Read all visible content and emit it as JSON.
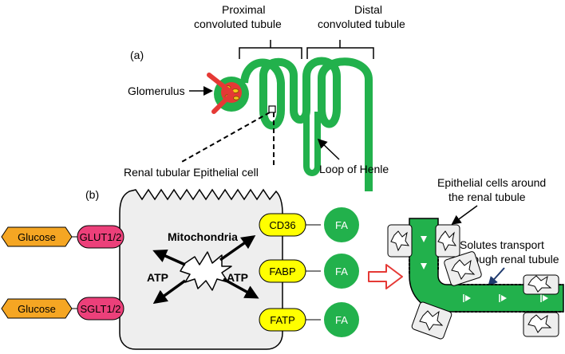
{
  "labels": {
    "panel_a": "(a)",
    "panel_b": "(b)",
    "proximal_line1": "Proximal",
    "proximal_line2": "convoluted tubule",
    "distal_line1": "Distal",
    "distal_line2": "convoluted tubule",
    "glomerulus": "Glomerulus",
    "loop_of_henle": "Loop of Henle",
    "renal_cell": "Renal tubular Epithelial cell",
    "mitochondria": "Mitochondria",
    "atp_left": "ATP",
    "atp_right": "ATP",
    "epithelial_line1": "Epithelial cells around",
    "epithelial_line2": "the renal tubule",
    "solutes_line1": "Solutes transport",
    "solutes_line2": "through renal tubule"
  },
  "transporters_left": [
    {
      "substrate": "Glucose",
      "transporter": "GLUT1/2"
    },
    {
      "substrate": "Glucose",
      "transporter": "SGLT1/2"
    }
  ],
  "transporters_right": [
    {
      "transporter": "CD36",
      "ligand": "FA"
    },
    {
      "transporter": "FABP",
      "ligand": "FA"
    },
    {
      "transporter": "FATP",
      "ligand": "FA"
    }
  ],
  "colors": {
    "tubule_green": "#22b14c",
    "glucose_orange": "#f5a623",
    "transporter_pink": "#ec407a",
    "transporter_yellow": "#ffff00",
    "fa_green": "#22b14c",
    "glomerulus_red": "#e53935",
    "cell_fill": "#eeeeee",
    "arrow_outline_red": "#e53935",
    "arrow_navy": "#1f3a6e"
  }
}
